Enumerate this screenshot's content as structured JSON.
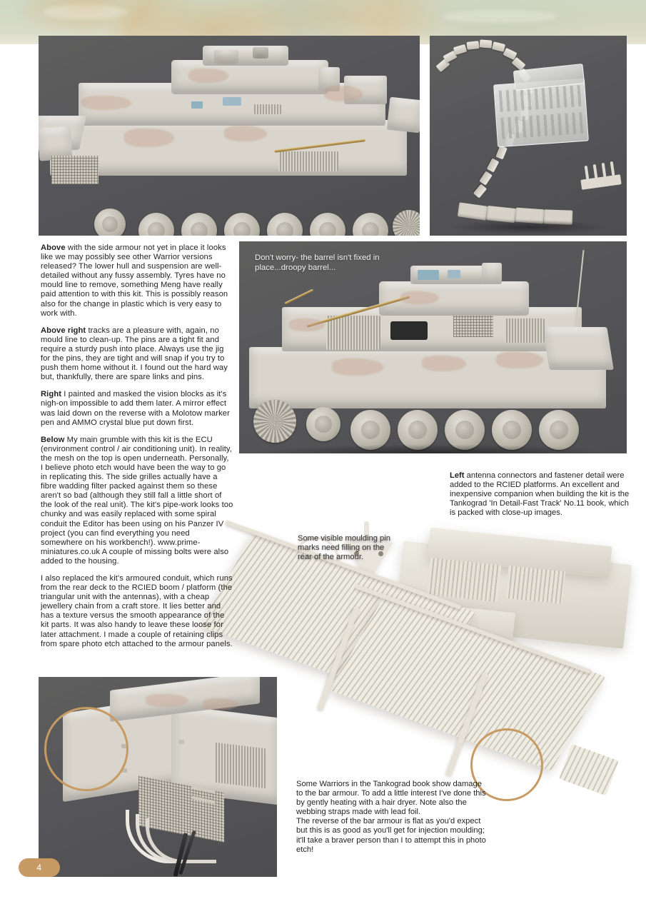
{
  "page": {
    "number": "4",
    "accent_color": "#c89a63",
    "background_color": "#ffffff",
    "text_color": "#231f20"
  },
  "topband": {
    "colors": [
      "#cfd9c6",
      "#d6b078",
      "#e9e7d8"
    ]
  },
  "photos": {
    "hull": {
      "caption_ref": "Above",
      "alt": "Meng Warrior lower hull and suspension, side armour not fitted, on grey studio background"
    },
    "tracks": {
      "caption_ref": "Above right",
      "alt": "Assembled individual track links, clear jig box and pin sprue on grey studio background"
    },
    "barrel": {
      "caption_ref": "Right",
      "alt": "Built Warrior with turret and drooping barrel on grey studio background"
    },
    "ecu": {
      "caption_ref": "Below",
      "alt": "Close-up of ECU air-conditioning unit and armoured conduit with retaining clips"
    },
    "bar_armour": {
      "alt": "Bar armour panels and rear hull section photographed on white"
    },
    "antenna": {
      "alt": "Triangular RCIED antenna connector platform part"
    }
  },
  "body": {
    "paragraphs": [
      {
        "lead": "Above",
        "text": " with the side armour not yet in place it looks like we may possibly see other Warrior versions released? The lower hull and suspension are well-detailed without any fussy assembly. Tyres have no mould line to remove, something Meng have really paid attention to with this kit. This is possibly reason also for the change in plastic which is very easy to work with."
      },
      {
        "lead": "Above right",
        "text": " tracks are a pleasure with, again, no mould line to clean-up. The pins are a tight fit and require a sturdy push into place. Always use the jig for the pins, they are tight and will snap if you try to push them home without it. I found out the hard way but, thankfully, there are spare links and pins."
      },
      {
        "lead": "Right",
        "text": " I painted and masked the vision blocks as it's nigh-on impossible to add them later. A mirror effect was laid down on the reverse with a Molotow marker pen and AMMO crystal blue put down first."
      },
      {
        "lead": "Below",
        "text": " My main grumble with this kit is the ECU (environment control / air conditioning unit). In reality, the mesh on the top is open underneath. Personally, I believe photo etch would have been the way to go in replicating this. The side grilles actually have a fibre wadding filter packed against them so these aren't so bad (although they still fall a little short of the look of the real unit). The kit's pipe-work looks too chunky and was easily replaced with some spiral conduit the Editor has been using on his Panzer IV project (you can find everything you need somewhere on his workbench!). www.prime-miniatures.co.uk A couple of missing bolts were also added to the housing."
      },
      {
        "lead": "",
        "text": "I also replaced the kit's armoured conduit, which runs from the rear deck to the RCIED boom / platform (the triangular unit with the antennas), with a cheap jewellery chain from a craft store. It lies better and has a texture versus the smooth appearance of the kit parts. It was also handy to leave these loose for later attachment. I made a couple of retaining clips from spare photo etch attached to the armour panels."
      }
    ]
  },
  "captions": {
    "barrel_overlay": "Don't worry- the barrel isn't fixed in place...droopy barrel...",
    "pin_marks": "Some visible moulding pin marks need filling on the rear of the armour.",
    "left_antenna": {
      "lead": "Left",
      "text": " antenna connectors and fastener detail were added to the RCIED platforms. An excellent and inexpensive companion when building the kit is the Tankograd 'In Detail-Fast Track' No.11 book, which is packed with close-up images."
    },
    "bar_armour": "Some Warriors in the Tankograd book show damage to the bar armour. To add a little interest I've done this by gently heating with a hair dryer. Note also the webbing straps made with lead foil.\nThe reverse of the bar armour is flat as you'd expect but this is as good as you'll get for injection moulding; it'll take a braver person than I to attempt this in photo etch!"
  },
  "annotations": {
    "circle_ecu": "highlight circle over ECU armour panel",
    "circle_bar": "highlight circle over bar armour damage"
  }
}
